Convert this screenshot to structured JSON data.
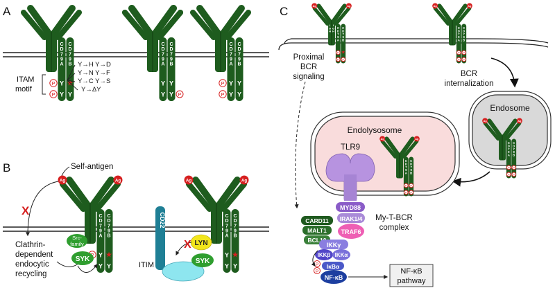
{
  "panel_letters": {
    "a": "A",
    "b": "B",
    "c": "C"
  },
  "labels": {
    "cd79a": "CD79A",
    "cd79b": "CD79B",
    "igh": "IGH",
    "ag": "Ag",
    "p": "P",
    "y": "Y",
    "star": "★",
    "itam_line1": "ITAM",
    "itam_line2": "motif",
    "mutations": [
      "Y→H  Y→D",
      "Y→N  Y→F",
      "Y→C  Y→S",
      "Y→ΔY"
    ],
    "self_antigen": "Self-antigen",
    "clathrin": [
      "Clathrin-",
      "dependent",
      "endocytic",
      "recycling"
    ],
    "src_family": [
      "Src-",
      "family"
    ],
    "syk": "SYK",
    "lyn": "LYN",
    "cd22": "CD22",
    "itim": "ITIM",
    "x_mark": "X",
    "proximal": [
      "Proximal",
      "BCR",
      "signaling"
    ],
    "bcr_internalization": [
      "BCR",
      "internalization"
    ],
    "endosome": "Endosome",
    "endolysosome": "Endolysosome",
    "tlr9": "TLR9",
    "myd88": "MYD88",
    "irak": "IRAK1/4",
    "traf6": "TRAF6",
    "my_t_bcr": [
      "My-T-BCR",
      "complex"
    ],
    "card11": "CARD11",
    "malt1": "MALT1",
    "bcl10": "BCL10",
    "ikkg": "IKKγ",
    "ikkb": "IKKβ",
    "ikka": "IKKα",
    "ikba": "IκBα",
    "nfkb": "NF-κB",
    "nfkb_pathway": [
      "NF-κB",
      "pathway"
    ]
  },
  "colors": {
    "antibody": "#1e5c1e",
    "antibody_dark": "#124212",
    "ag_red": "#d62020",
    "cd22_teal": "#1f7f95",
    "cyan_blob": "#8ee6ef",
    "lyn": "#f2e61c",
    "syk": "#2f9e2f",
    "endolysosome_fill": "#f9dcdc",
    "endosome_fill": "#d9d9d9",
    "tlr9": "#b793e0",
    "myd88": "#8a5cc8",
    "irak": "#a98ad8",
    "traf6": "#ee5fb4",
    "ikk": "#6a5bd8",
    "nfkb_blue": "#1d3fa0",
    "card_green": "#1f5a1f"
  }
}
